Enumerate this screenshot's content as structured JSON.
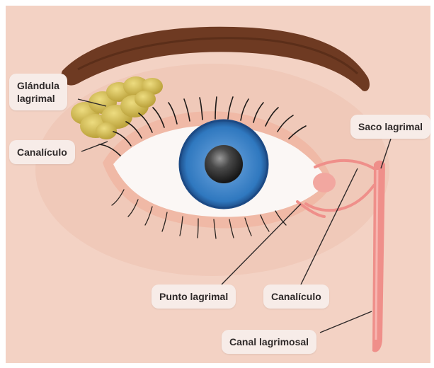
{
  "labels": {
    "glandula_lagrimal": "Glándula\nlagrimal",
    "canaliculo_left": "Canalículo",
    "saco_lagrimal": "Saco lagrimal",
    "punto_lagrimal": "Punto lagrimal",
    "canaliculo_right": "Canalículo",
    "canal_lagrimosal": "Canal lagrimosal"
  },
  "colors": {
    "skin": "#f3d2c4",
    "eyebrow": "#6e3a22",
    "gland": "#d8c15a",
    "iris": "#3a86c8",
    "pupil": "#2a2a2a",
    "duct": "#ef8f8a",
    "label_bg": "#f7ece8"
  }
}
